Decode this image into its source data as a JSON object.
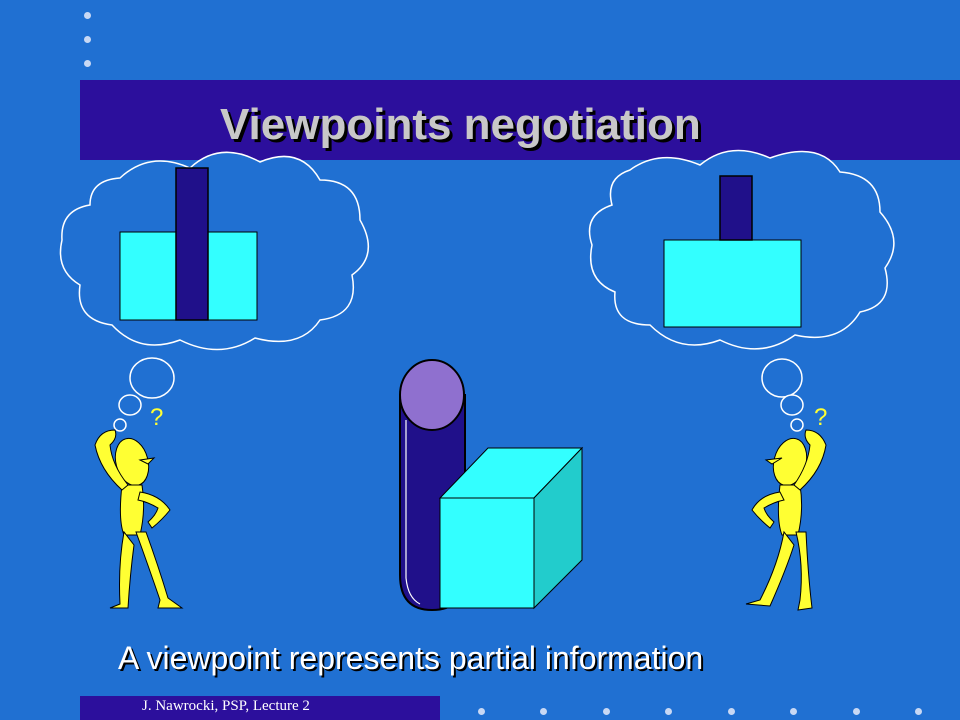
{
  "slide": {
    "title": "Viewpoints negotiation",
    "caption": "A viewpoint represents partial information",
    "footer": "J. Nawrocki, PSP, Lecture 2"
  },
  "colors": {
    "background": "#2070d2",
    "bar": "#2c0f9c",
    "cyan": "#33ffff",
    "navy": "#20108a",
    "figure": "#ffff33"
  },
  "glyphs": {
    "question": "?"
  }
}
